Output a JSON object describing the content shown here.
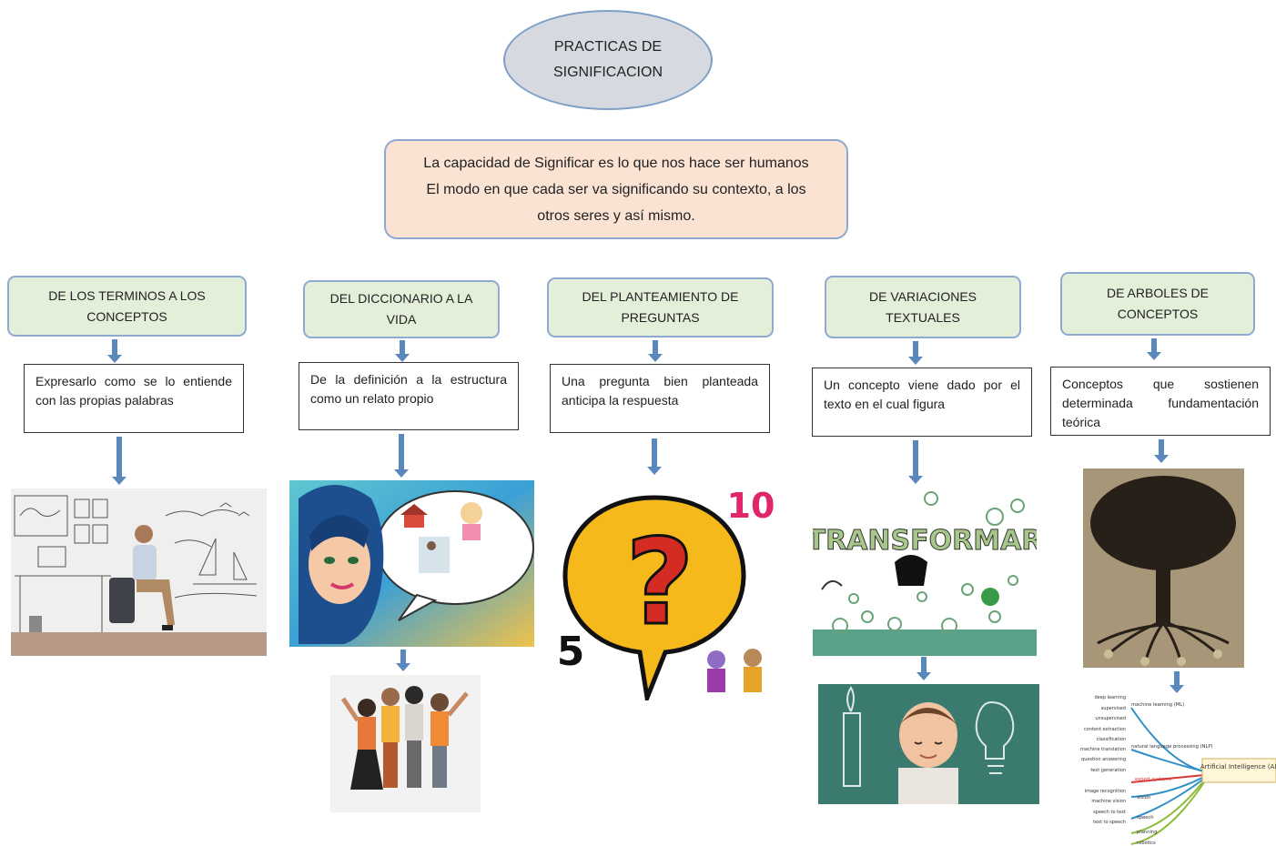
{
  "title": {
    "line1": "PRACTICAS DE",
    "line2": "SIGNIFICACION"
  },
  "main": {
    "line1": "La capacidad de Significar es lo que nos hace ser humanos",
    "line2": "El modo en que cada ser va significando su contexto, a los",
    "line3": "otros seres y así mismo."
  },
  "branches": [
    {
      "title_l1": "DE LOS TERMINOS A LOS",
      "title_l2": "CONCEPTOS",
      "desc": "Expresarlo como se lo entiende con las propias palabras"
    },
    {
      "title_l1": "DEL DICCIONARIO A LA",
      "title_l2": "VIDA",
      "desc": "De la definición a la estructura como un relato propio"
    },
    {
      "title_l1": "DEL PLANTEAMIENTO DE",
      "title_l2": "PREGUNTAS",
      "desc": "Una pregunta bien planteada anticipa la respuesta"
    },
    {
      "title_l1": "DE VARIACIONES",
      "title_l2": "TEXTUALES",
      "desc": "Un concepto viene dado por el texto en el cual figura"
    },
    {
      "title_l1": "DE ARBOLES DE",
      "title_l2": "CONCEPTOS",
      "desc": "Conceptos que sostienen determinada fundamentación teórica"
    }
  ],
  "images": {
    "question": {
      "n10": "10",
      "n5": "5",
      "mark": "?"
    },
    "transform": {
      "word": "TRANSFORMAR"
    },
    "mindmap": {
      "root": "Artificial Intelligence (AI)",
      "ml": "machine learning (ML)",
      "nlp": "natural language processing (NLP)",
      "expert": "expert systems",
      "vision": "vision",
      "speech": "speech",
      "planning": "planning",
      "robotics": "robotics",
      "ml_leaves": [
        "deep learning",
        "supervised",
        "unsupervised"
      ],
      "nlp_leaves": [
        "content extraction",
        "classification",
        "machine translation",
        "question answering",
        "text generation"
      ],
      "vision_leaves": [
        "image recognition",
        "machine vision"
      ],
      "speech_leaves": [
        "speech to text",
        "text to speech"
      ]
    }
  },
  "colors": {
    "arrow": "#5a87bc",
    "oval_fill": "#d6d9df",
    "main_fill": "#fbe3d4",
    "cat_fill": "#e3efd9",
    "border_blue": "#8ea9cf"
  }
}
